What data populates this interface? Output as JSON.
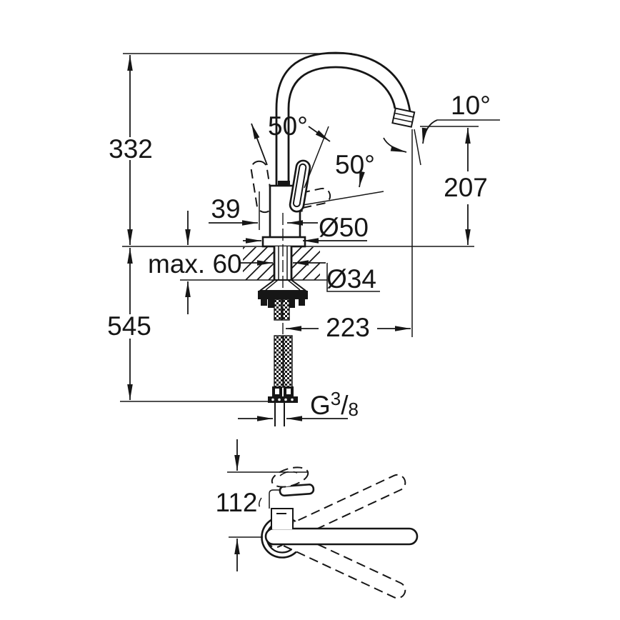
{
  "drawing": {
    "background": "#ffffff",
    "ink_color": "#161616"
  },
  "labels": {
    "d332": "332",
    "d545": "545",
    "a50_left": "50°",
    "a50_right": "50°",
    "a10": "10°",
    "d207": "207",
    "d39": "39",
    "dia50": "Ø50",
    "max60": "max. 60",
    "dia34": "Ø34",
    "d223": "223",
    "g_prefix": "G",
    "g_num": "3",
    "g_slash": "/",
    "g_den": "8",
    "d112": "112"
  }
}
